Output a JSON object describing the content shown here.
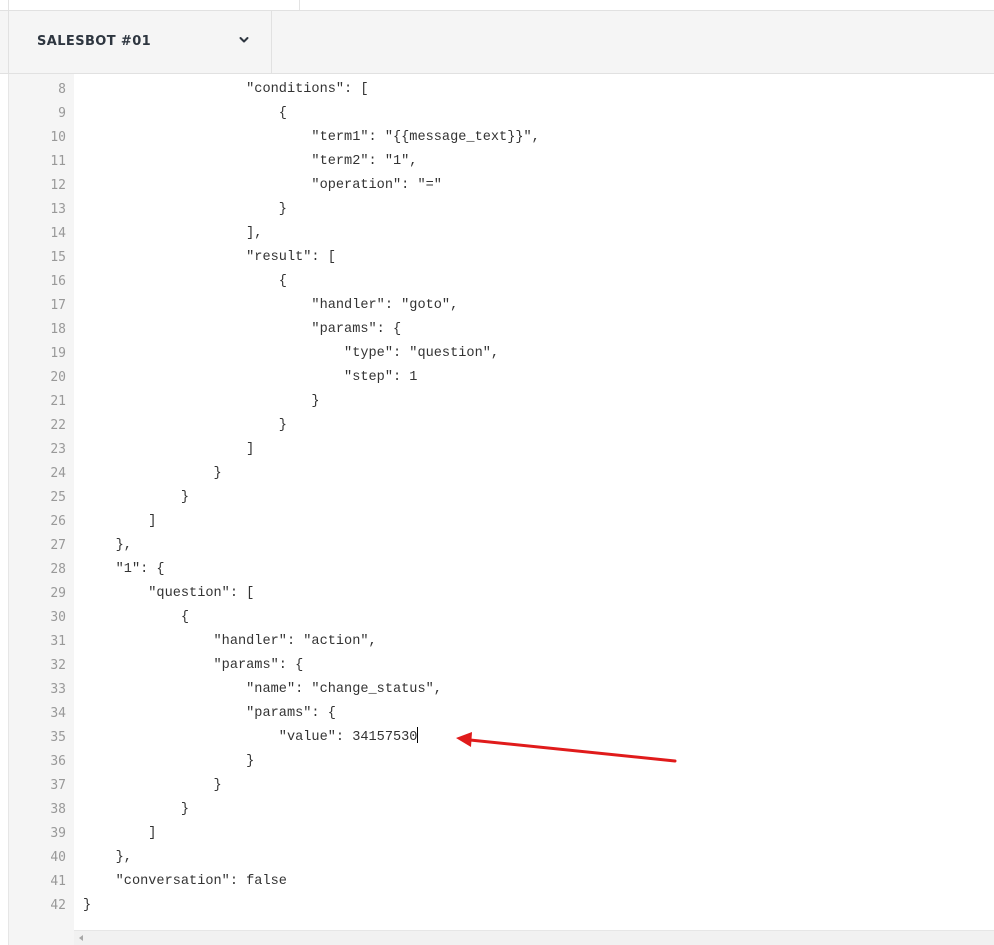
{
  "header": {
    "bot_name": "SALESBOT #01",
    "dropdown_icon": "chevron-down-icon"
  },
  "editor": {
    "lines": [
      {
        "number": "8",
        "text": "                    \"conditions\": ["
      },
      {
        "number": "9",
        "text": "                        {"
      },
      {
        "number": "10",
        "text": "                            \"term1\": \"{{message_text}}\","
      },
      {
        "number": "11",
        "text": "                            \"term2\": \"1\","
      },
      {
        "number": "12",
        "text": "                            \"operation\": \"=\""
      },
      {
        "number": "13",
        "text": "                        }"
      },
      {
        "number": "14",
        "text": "                    ],"
      },
      {
        "number": "15",
        "text": "                    \"result\": ["
      },
      {
        "number": "16",
        "text": "                        {"
      },
      {
        "number": "17",
        "text": "                            \"handler\": \"goto\","
      },
      {
        "number": "18",
        "text": "                            \"params\": {"
      },
      {
        "number": "19",
        "text": "                                \"type\": \"question\","
      },
      {
        "number": "20",
        "text": "                                \"step\": 1"
      },
      {
        "number": "21",
        "text": "                            }"
      },
      {
        "number": "22",
        "text": "                        }"
      },
      {
        "number": "23",
        "text": "                    ]"
      },
      {
        "number": "24",
        "text": "                }"
      },
      {
        "number": "25",
        "text": "            }"
      },
      {
        "number": "26",
        "text": "        ]"
      },
      {
        "number": "27",
        "text": "    },"
      },
      {
        "number": "28",
        "text": "    \"1\": {"
      },
      {
        "number": "29",
        "text": "        \"question\": ["
      },
      {
        "number": "30",
        "text": "            {"
      },
      {
        "number": "31",
        "text": "                \"handler\": \"action\","
      },
      {
        "number": "32",
        "text": "                \"params\": {"
      },
      {
        "number": "33",
        "text": "                    \"name\": \"change_status\","
      },
      {
        "number": "34",
        "text": "                    \"params\": {"
      },
      {
        "number": "35",
        "text": "                        \"value\": 34157530"
      },
      {
        "number": "36",
        "text": "                    }"
      },
      {
        "number": "37",
        "text": "                }"
      },
      {
        "number": "38",
        "text": "            }"
      },
      {
        "number": "39",
        "text": "        ]"
      },
      {
        "number": "40",
        "text": "    },"
      },
      {
        "number": "41",
        "text": "    \"conversation\": false"
      },
      {
        "number": "42",
        "text": "}"
      }
    ],
    "cursor_line": "35"
  },
  "annotation": {
    "arrow_color": "#e01b1b",
    "icon": "red-arrow-annotation"
  },
  "scrollbar": {
    "left_arrow_icon": "scroll-left-arrow-icon"
  }
}
